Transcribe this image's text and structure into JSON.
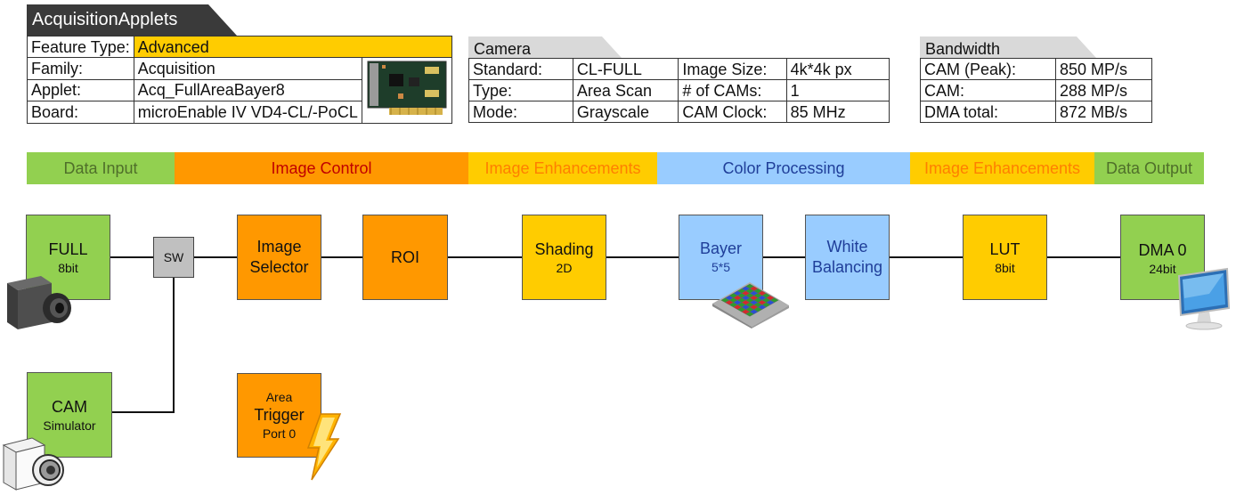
{
  "header": {
    "title": "AcquisitionApplets",
    "feature_label": "Feature Type:",
    "feature_value": "Advanced",
    "rows": [
      {
        "label": "Family:",
        "value": "Acquisition"
      },
      {
        "label": "Applet:",
        "value": "Acq_FullAreaBayer8"
      },
      {
        "label": "Board:",
        "value": "microEnable IV VD4-CL/-PoCL"
      }
    ]
  },
  "camera": {
    "title": "Camera",
    "rows": [
      {
        "l1": "Standard:",
        "v1": "CL-FULL",
        "l2": "Image Size:",
        "v2": "4k*4k px"
      },
      {
        "l1": "Type:",
        "v1": "Area Scan",
        "l2": "# of CAMs:",
        "v2": "1"
      },
      {
        "l1": "Mode:",
        "v1": "Grayscale",
        "l2": "CAM Clock:",
        "v2": "85 MHz"
      }
    ]
  },
  "bandwidth": {
    "title": "Bandwidth",
    "rows": [
      {
        "label": "CAM (Peak):",
        "value": "850 MP/s"
      },
      {
        "label": "CAM:",
        "value": "288 MP/s"
      },
      {
        "label": "DMA total:",
        "value": "872 MB/s"
      }
    ]
  },
  "categories": [
    {
      "label": "Data Input",
      "bg": "#92d050",
      "fg": "#4f6f2a"
    },
    {
      "label": "Image Control",
      "bg": "#ff9800",
      "fg": "#c00000"
    },
    {
      "label": "Image Enhancements",
      "bg": "#ffcc00",
      "fg": "#ff7f00"
    },
    {
      "label": "Color Processing",
      "bg": "#99ccff",
      "fg": "#1f3e99"
    },
    {
      "label": "Image Enhancements",
      "bg": "#ffcc00",
      "fg": "#ff7f00"
    },
    {
      "label": "Data Output",
      "bg": "#92d050",
      "fg": "#4f6f2a"
    }
  ],
  "blocks": {
    "full": {
      "title": "FULL",
      "sub": "8bit"
    },
    "cam_sim": {
      "title": "CAM",
      "sub": "Simulator"
    },
    "sw": {
      "title": "SW"
    },
    "image_selector": {
      "line1": "Image",
      "line2": "Selector"
    },
    "roi": {
      "title": "ROI"
    },
    "area_trigger": {
      "top": "Area",
      "title": "Trigger",
      "sub": "Port 0"
    },
    "shading": {
      "title": "Shading",
      "sub": "2D"
    },
    "bayer": {
      "title": "Bayer",
      "sub": "5*5"
    },
    "white_balancing": {
      "line1": "White",
      "line2": "Balancing"
    },
    "lut": {
      "title": "LUT",
      "sub": "8bit"
    },
    "dma": {
      "title": "DMA 0",
      "sub": "24bit"
    }
  },
  "icons": {
    "camera": "camera-icon",
    "simulator_camera": "simulator-camera-icon",
    "board": "frame-grabber-board-icon",
    "bayer": "bayer-pattern-icon",
    "monitor": "monitor-icon",
    "trigger": "lightning-icon"
  }
}
